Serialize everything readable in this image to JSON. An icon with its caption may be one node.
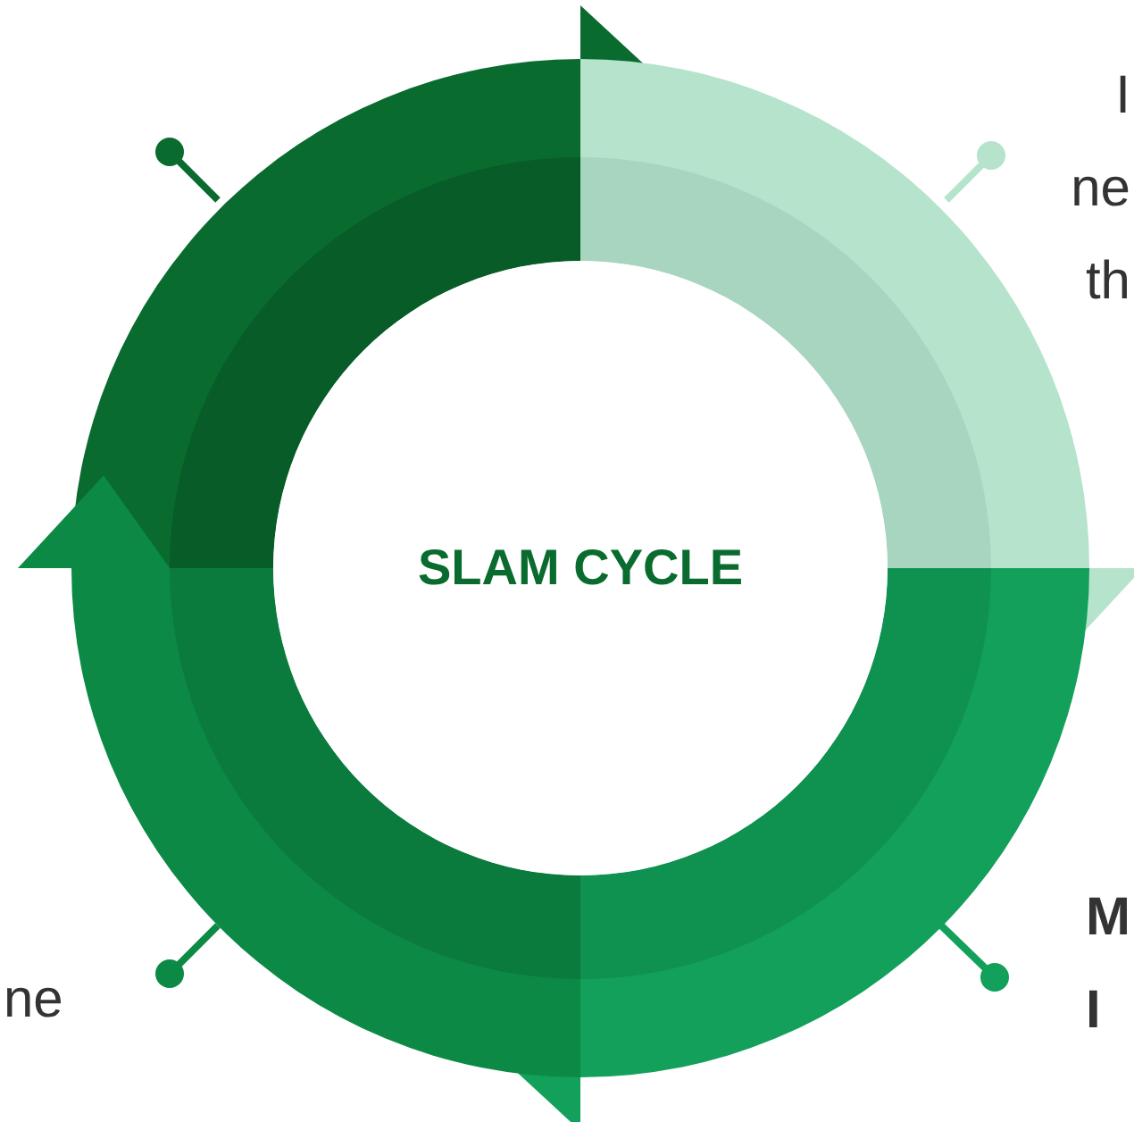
{
  "diagram": {
    "nodes": [
      {
        "text": [
          "SLAM CYCLE"
        ]
      }
    ],
    "labels": [
      "I ne th",
      "M I",
      "ne"
    ]
  }
}
